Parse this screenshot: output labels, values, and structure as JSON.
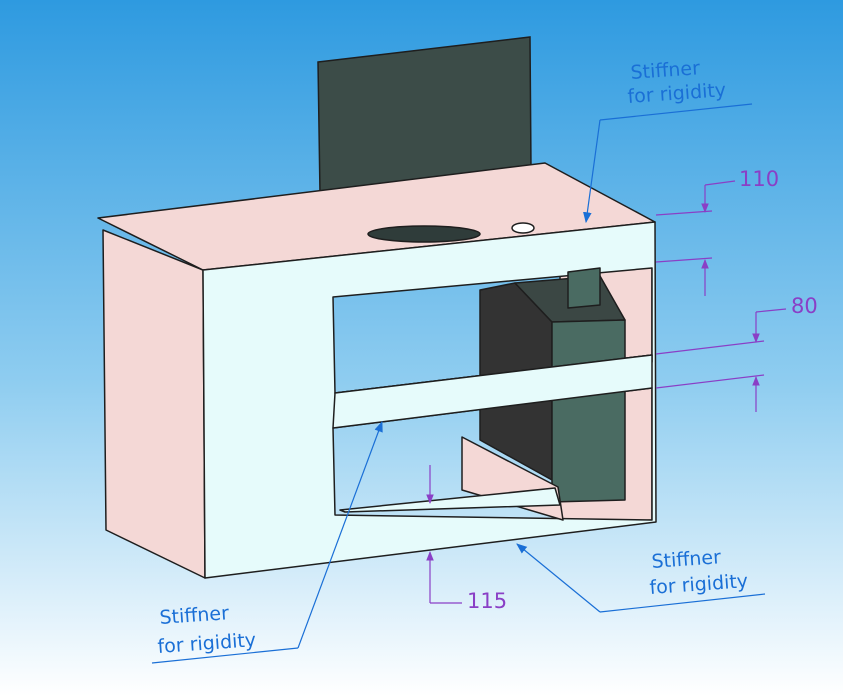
{
  "colors": {
    "background_top": "#2e9ae0",
    "background_bottom": "#ffffff",
    "panel_light": "#e6fbfb",
    "panel_pink": "#f4d8d6",
    "edge": "#1e1e1e",
    "monitor": "#3c4c48",
    "cpu_front": "#4a6b62",
    "cpu_side": "#333333",
    "annotation": "#1a6fd6",
    "dimension": "#8a3fc6"
  },
  "annotations": [
    {
      "line1": "Stiffner",
      "line2": "for rigidity"
    },
    {
      "line1": "Stiffner",
      "line2": "for rigidity"
    },
    {
      "line1": "Stiffner",
      "line2": "for rigidity"
    }
  ],
  "dimensions": [
    {
      "value": "110"
    },
    {
      "value": "80"
    },
    {
      "value": "115"
    }
  ]
}
